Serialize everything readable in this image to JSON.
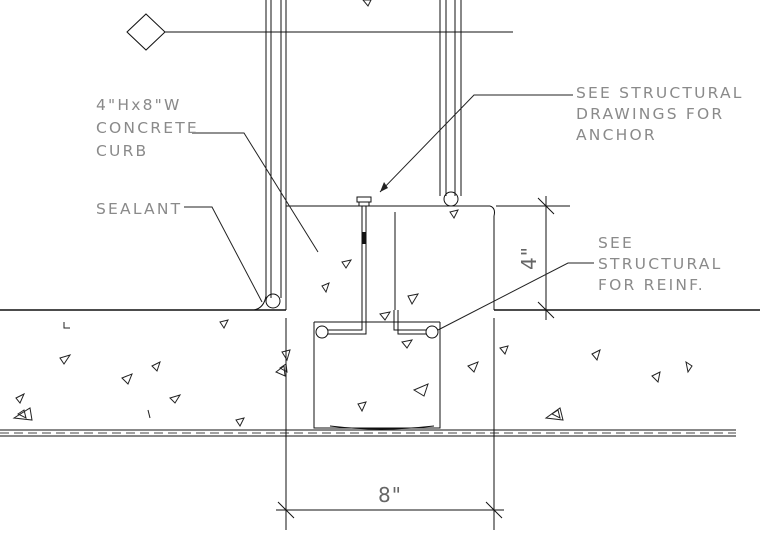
{
  "notes": {
    "curb": [
      "4\"Hx8\"W",
      "CONCRETE",
      "CURB"
    ],
    "sealant": [
      "SEALANT"
    ],
    "anchor": [
      "SEE STRUCTURAL",
      "DRAWINGS FOR",
      "ANCHOR"
    ],
    "reinf": [
      "SEE",
      "STRUCTURAL",
      "FOR REINF."
    ]
  },
  "dimensions": {
    "height": "4\"",
    "width": "8\""
  },
  "colors": {
    "linework": "#111111",
    "text": "#8a8a8a"
  }
}
